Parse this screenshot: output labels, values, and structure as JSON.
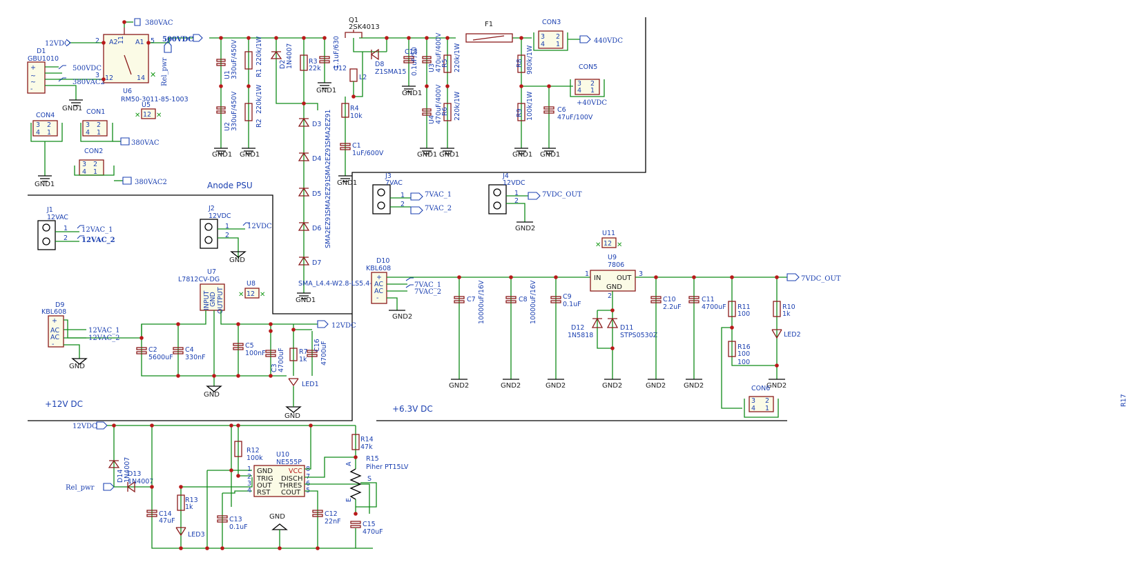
{
  "sections": {
    "anode": "Anode PSU",
    "p12": "+12V DC",
    "p63": "+6.3V DC"
  },
  "nets": {
    "v12": "12VDC",
    "v380": "380VAC",
    "v500": "500VDC",
    "v380b": "380VAC2",
    "relpwr": "Rel_pwr",
    "v440": "440VDC",
    "v40": "+40VDC",
    "v12ac1": "12VAC_1",
    "v12ac2": "12VAC_2",
    "v7ac1": "7VAC_1",
    "v7ac2": "7VAC_2",
    "v7out": "7VDC_OUT",
    "gnd1": "GND1",
    "gnd2": "GND2",
    "gnd": "GND"
  },
  "parts": {
    "d1": [
      "D1",
      "GBU1010"
    ],
    "u6": [
      "U6",
      "RM50-3011-85-1003"
    ],
    "u5": "U5",
    "con4": "CON4",
    "con1": "CON1",
    "con2": "CON2",
    "con3": "CON3",
    "con5": "CON5",
    "con6": "CON6",
    "u1": [
      "U1",
      "330uF/450V"
    ],
    "u2": [
      "U2",
      "330uF/450V"
    ],
    "r1": [
      "R1",
      "220k/1W"
    ],
    "r2": [
      "R2",
      "220k/1W"
    ],
    "d2": [
      "D2",
      "1N4007"
    ],
    "r3": [
      "R3",
      "22k"
    ],
    "u12": [
      "U12",
      "1.1uF/630"
    ],
    "q1": [
      "Q1",
      "2SK4013"
    ],
    "l2": "L2",
    "d8": [
      "D8",
      "Z1SMA15"
    ],
    "r4": [
      "R4",
      "10k"
    ],
    "c1": [
      "C1",
      "1uF/600V"
    ],
    "c13": [
      "C13",
      "0.1uF/50"
    ],
    "u3": [
      "U3",
      "470uF/400V"
    ],
    "u4": [
      "U4",
      "470uF/400V"
    ],
    "r5": [
      "R5",
      "220k/1W"
    ],
    "r6": [
      "R6",
      "220k/1W"
    ],
    "f1": "F1",
    "r8": [
      "R8",
      "980k/1W"
    ],
    "r9": [
      "R9",
      "100k/1W"
    ],
    "c6": [
      "C6",
      "47uF/100V"
    ],
    "d3": "D3",
    "d4": "D4",
    "d5": "D5",
    "d6": "D6",
    "d7": "D7",
    "zener": "SMA2EZ91",
    "pkg": "SMA_L4.4-W2.8-LS5.4-RD",
    "j1": [
      "J1",
      "12VAC"
    ],
    "j2": [
      "J2",
      "12VDC"
    ],
    "j3": [
      "J3",
      "7VAC"
    ],
    "j4": [
      "J4",
      "12VDC"
    ],
    "u7": [
      "U7",
      "L7812CV-DG"
    ],
    "u7pins": [
      "INPUT",
      "GND",
      "OUTPUT"
    ],
    "u8": "U8",
    "d9": [
      "D9",
      "KBL608"
    ],
    "c2": [
      "C2",
      "5600uF"
    ],
    "c4": [
      "C4",
      "330nF"
    ],
    "c5": [
      "C5",
      "100nF"
    ],
    "c3": [
      "C3",
      "4700uF"
    ],
    "r7": [
      "R7",
      "1k"
    ],
    "c16": [
      "C16",
      "4700uF"
    ],
    "led1": "LED1",
    "d10": [
      "D10",
      "KBL608"
    ],
    "c7": [
      "C7",
      "10000uF/16V"
    ],
    "c8": [
      "C8",
      "10000uF/16V"
    ],
    "c9": [
      "C9",
      "0.1uF"
    ],
    "u9": [
      "U9",
      "7806"
    ],
    "u9pins": [
      "IN",
      "OUT",
      "GND"
    ],
    "u11": "U11",
    "d12": [
      "D12",
      "1N5818"
    ],
    "d11": [
      "D11",
      "STPS0530Z"
    ],
    "c10": [
      "C10",
      "2.2uF"
    ],
    "c11": [
      "C11",
      "4700uF"
    ],
    "r11": [
      "R11",
      "100"
    ],
    "r16": [
      "R16",
      "100",
      "100"
    ],
    "r10": [
      "R10",
      "1k"
    ],
    "led2": "LED2",
    "r17": "R17",
    "d14": [
      "D14",
      "1N4007"
    ],
    "d13": [
      "D13",
      "1N4007"
    ],
    "r12": [
      "R12",
      "100k"
    ],
    "u10": [
      "U10",
      "NE555P"
    ],
    "u10l": [
      "GND",
      "TRIG",
      "OUT",
      "RST"
    ],
    "u10r": [
      "VCC",
      "DISCH",
      "THRES",
      "COUT"
    ],
    "r13": [
      "R13",
      "1k"
    ],
    "c14": [
      "C14",
      "47uF"
    ],
    "led3": "LED3",
    "c13b": [
      "C13",
      "0.1uF"
    ],
    "c12": [
      "C12",
      "22nF"
    ],
    "r14": [
      "R14",
      "47k"
    ],
    "r15": [
      "R15",
      "Piher PT15LV"
    ],
    "c15": [
      "C15",
      "470uF"
    ]
  },
  "pins": {
    "acplus": "+",
    "acmid": "~",
    "acminus": "-",
    "ac": "AC",
    "ac2": "AC",
    "pA": "A",
    "pS": "S",
    "pE": "E",
    "n1": "1",
    "n2": "2",
    "n3": "3",
    "n4": "4",
    "n5": "5",
    "n6": "6",
    "n7": "7",
    "n8": "8",
    "n11": "11",
    "n12": "12",
    "n14": "14",
    "a1": "A1",
    "a2": "A2"
  }
}
